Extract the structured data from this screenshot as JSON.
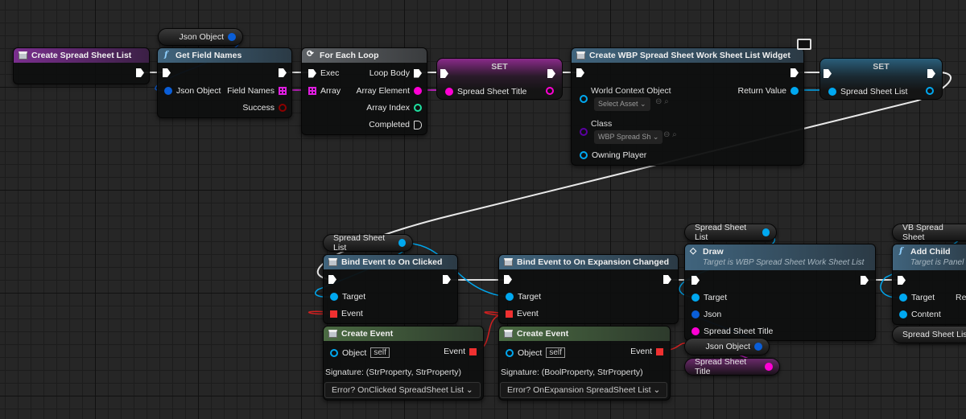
{
  "colors": {
    "exec": "#ffffff",
    "object": "#00a8f0",
    "json": "#0a5ed8",
    "string": "#ff00d4",
    "bool": "#8c0000",
    "int": "#1fe0a0",
    "delegate": "#f03030",
    "class": "#5a00a0"
  },
  "nodes": {
    "create_list": {
      "title": "Create Spread Sheet List"
    },
    "json_getter_top": {
      "label": "Json Object"
    },
    "get_field_names": {
      "title": "Get Field Names",
      "pins": {
        "json_object": "Json Object",
        "field_names": "Field Names",
        "success": "Success"
      }
    },
    "for_each": {
      "title": "For Each Loop",
      "pins": {
        "exec": "Exec",
        "array": "Array",
        "loop_body": "Loop Body",
        "array_element": "Array Element",
        "array_index": "Array Index",
        "completed": "Completed"
      }
    },
    "set_title": {
      "title": "SET",
      "pin": "Spread Sheet Title"
    },
    "create_widget": {
      "title": "Create WBP Spread Sheet Work Sheet List Widget",
      "pins": {
        "world_context": "World Context Object",
        "world_context_value": "Select Asset",
        "class": "Class",
        "class_value": "WBP Spread Sh",
        "owning_player": "Owning Player",
        "return_value": "Return Value"
      }
    },
    "set_list": {
      "title": "SET",
      "pin": "Spread Sheet List"
    },
    "list_getter_1": {
      "label": "Spread Sheet List"
    },
    "bind_clicked": {
      "title": "Bind Event to On Clicked",
      "pins": {
        "target": "Target",
        "event": "Event"
      }
    },
    "bind_expansion": {
      "title": "Bind Event to On Expansion Changed",
      "pins": {
        "target": "Target",
        "event": "Event"
      }
    },
    "create_event_1": {
      "title": "Create Event",
      "object": "Object",
      "self": "self",
      "event": "Event",
      "signature": "Signature: (StrProperty, StrProperty)",
      "function": "Error? OnClicked SpreadSheet List"
    },
    "create_event_2": {
      "title": "Create Event",
      "object": "Object",
      "self": "self",
      "event": "Event",
      "signature": "Signature: (BoolProperty, StrProperty)",
      "function": "Error? OnExpansion SpreadSheet List"
    },
    "list_getter_2": {
      "label": "Spread Sheet List"
    },
    "draw": {
      "title": "Draw",
      "subtitle": "Target is WBP Spread Sheet Work Sheet List",
      "pins": {
        "target": "Target",
        "json": "Json",
        "title": "Spread Sheet Title"
      }
    },
    "json_getter_bottom": {
      "label": "Json Object"
    },
    "title_getter": {
      "label": "Spread Sheet Title"
    },
    "vb_getter": {
      "label": "VB Spread Sheet"
    },
    "add_child": {
      "title": "Add Child",
      "subtitle": "Target is Panel W",
      "pins": {
        "target": "Target",
        "content": "Content",
        "return": "Ret"
      }
    },
    "list_getter_3": {
      "label": "Spread Sheet List"
    }
  }
}
